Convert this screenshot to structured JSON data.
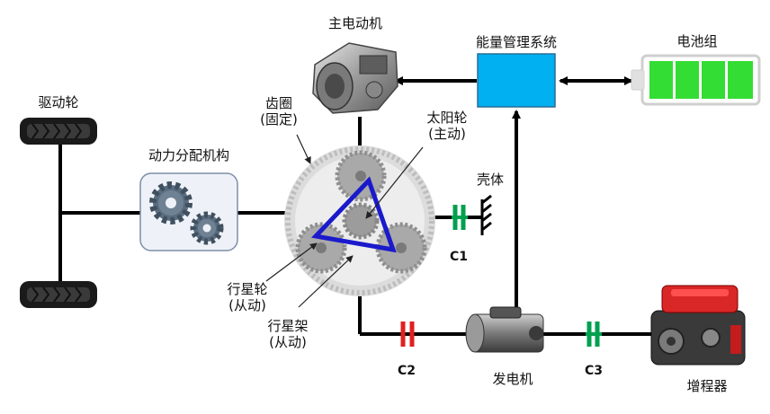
{
  "labels": {
    "main_motor": "主电动机",
    "ems": "能量管理系统",
    "battery": "电池组",
    "drive_wheel": "驱动轮",
    "ring_gear_line1": "齿圈",
    "ring_gear_line2": "(固定)",
    "sun_gear_line1": "太阳轮",
    "sun_gear_line2": "(主动)",
    "power_split": "动力分配机构",
    "housing": "壳体",
    "clutch_c1": "C1",
    "clutch_c2": "C2",
    "clutch_c3": "C3",
    "planet_gear_line1": "行星轮",
    "planet_gear_line2": "(从动)",
    "planet_carrier_line1": "行星架",
    "planet_carrier_line2": "(从动)",
    "generator": "发电机",
    "range_extender": "增程器"
  },
  "colors": {
    "ems_fill": "#00b0f0",
    "battery_fill": "#33dd33",
    "clutch_engaged": "#00a050",
    "clutch_open": "#e02020",
    "carrier": "#1a1acc"
  }
}
